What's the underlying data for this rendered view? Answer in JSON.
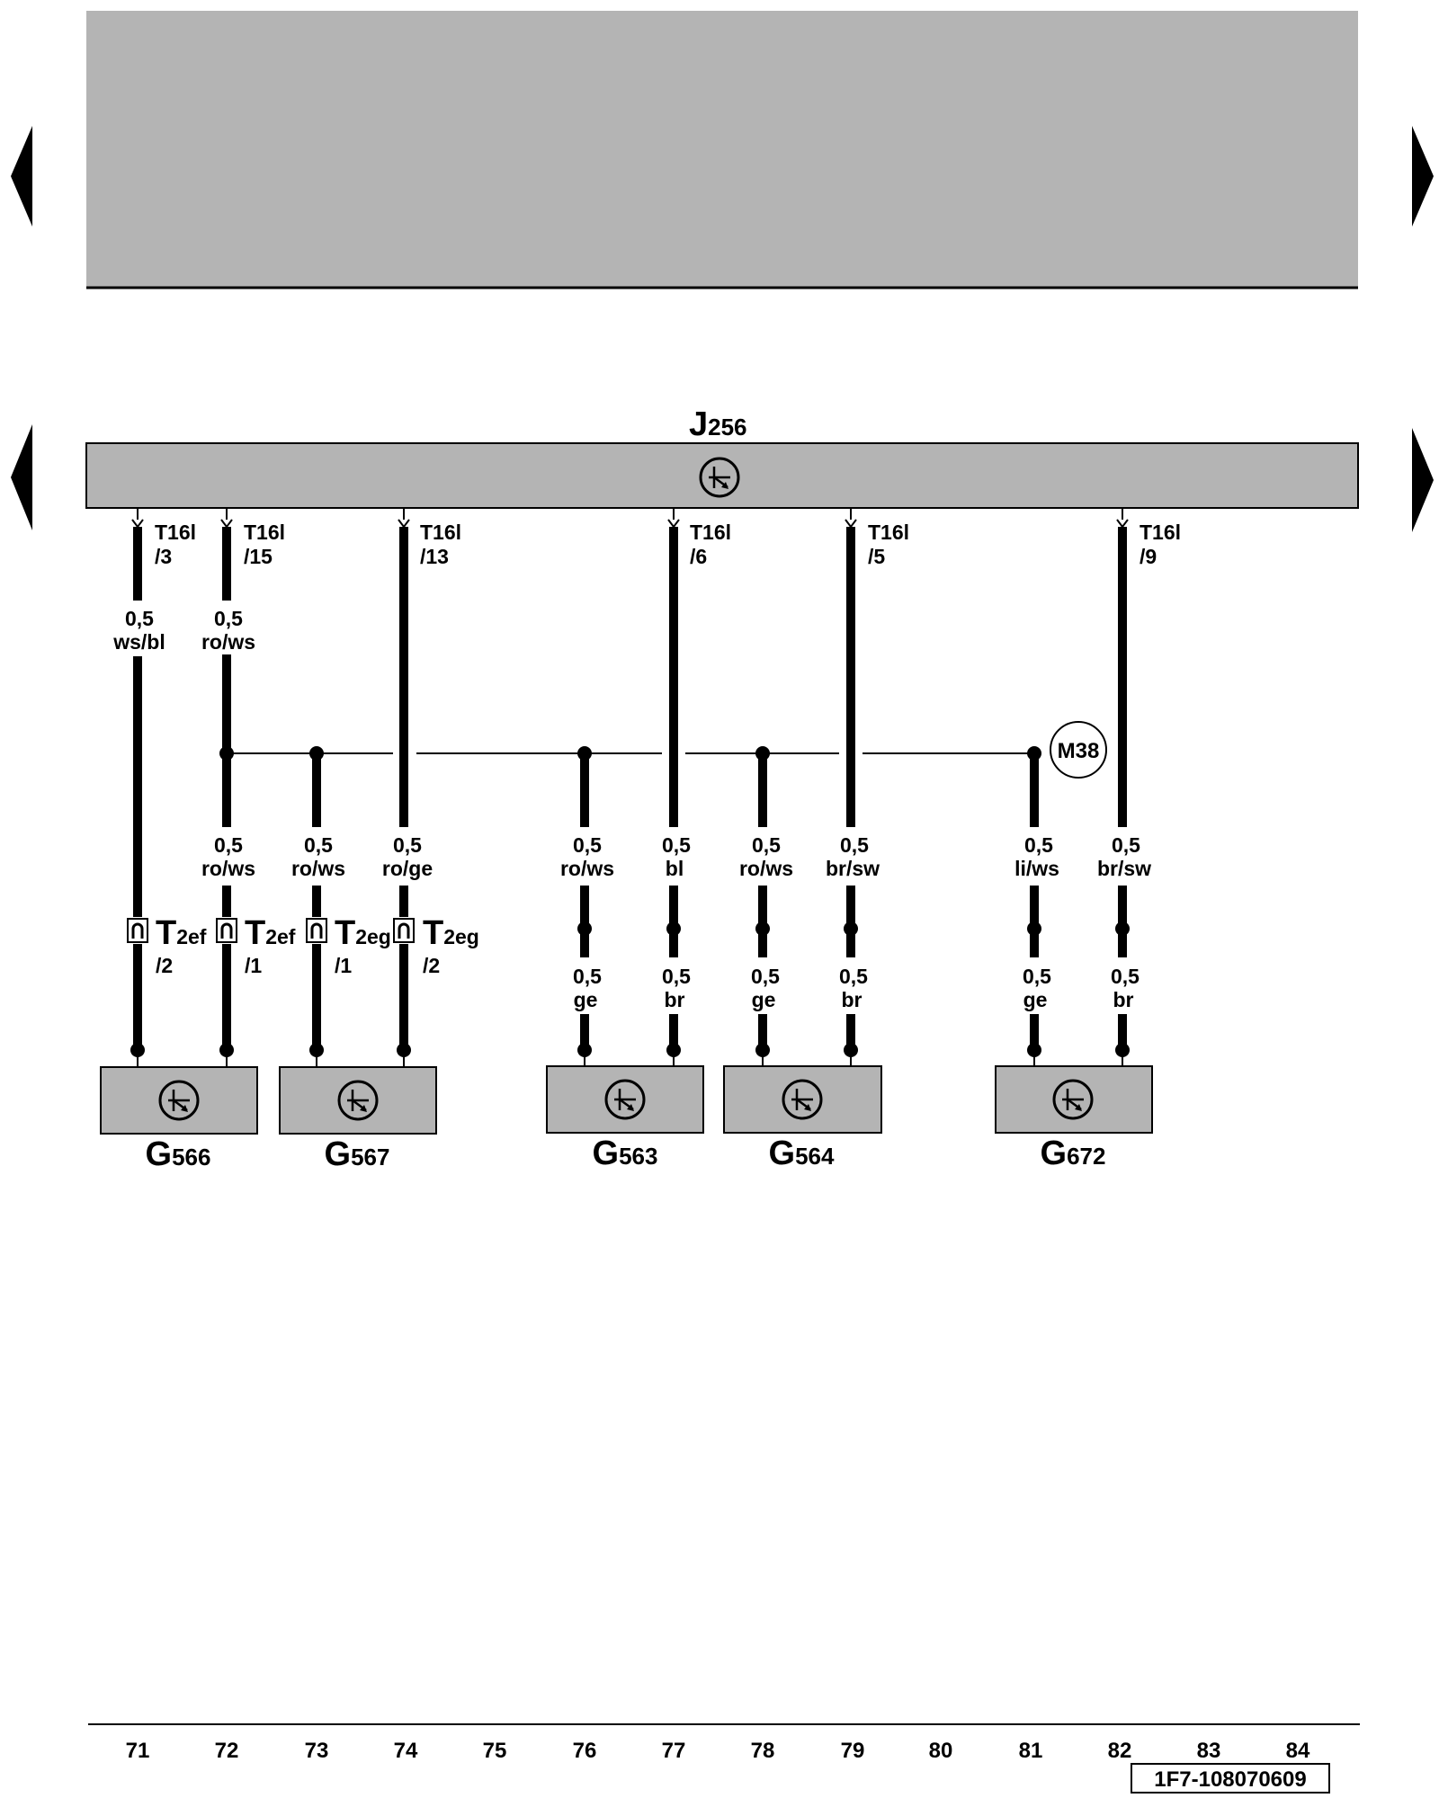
{
  "diagram": {
    "top_control_unit": {
      "name": "J",
      "sub": "256"
    },
    "pins": [
      {
        "connector": "T16l",
        "pin": "/3"
      },
      {
        "connector": "T16l",
        "pin": "/15"
      },
      {
        "connector": "T16l",
        "pin": "/13"
      },
      {
        "connector": "T16l",
        "pin": "/6"
      },
      {
        "connector": "T16l",
        "pin": "/5"
      },
      {
        "connector": "T16l",
        "pin": "/9"
      }
    ],
    "upper_wire_labels": [
      {
        "size": "0,5",
        "color": "ws/bl"
      },
      {
        "size": "0,5",
        "color": "ro/ws"
      }
    ],
    "middle_wire_labels": [
      {
        "size": "0,5",
        "color": "ro/ws"
      },
      {
        "size": "0,5",
        "color": "ro/ws"
      },
      {
        "size": "0,5",
        "color": "ro/ge"
      },
      {
        "size": "0,5",
        "color": "ro/ws"
      },
      {
        "size": "0,5",
        "color": "bl"
      },
      {
        "size": "0,5",
        "color": "ro/ws"
      },
      {
        "size": "0,5",
        "color": "br/sw"
      },
      {
        "size": "0,5",
        "color": "li/ws"
      },
      {
        "size": "0,5",
        "color": "br/sw"
      }
    ],
    "lower_wire_labels": [
      {
        "size": "0,5",
        "color": "ge"
      },
      {
        "size": "0,5",
        "color": "br"
      },
      {
        "size": "0,5",
        "color": "ge"
      },
      {
        "size": "0,5",
        "color": "br"
      },
      {
        "size": "0,5",
        "color": "ge"
      },
      {
        "size": "0,5",
        "color": "br"
      }
    ],
    "connectors": [
      {
        "name": "T",
        "sub": "2ef",
        "pin": "/2"
      },
      {
        "name": "T",
        "sub": "2ef",
        "pin": "/1"
      },
      {
        "name": "T",
        "sub": "2eg",
        "pin": "/1"
      },
      {
        "name": "T",
        "sub": "2eg",
        "pin": "/2"
      }
    ],
    "ground_point": "M38",
    "sensors": [
      {
        "name": "G",
        "sub": "566"
      },
      {
        "name": "G",
        "sub": "567"
      },
      {
        "name": "G",
        "sub": "563"
      },
      {
        "name": "G",
        "sub": "564"
      },
      {
        "name": "G",
        "sub": "672"
      }
    ]
  },
  "footer": {
    "track_numbers": [
      "71",
      "72",
      "73",
      "74",
      "75",
      "76",
      "77",
      "78",
      "79",
      "80",
      "81",
      "82",
      "83",
      "84"
    ],
    "document_code": "1F7-108070609"
  },
  "icons": [
    "prev-page-arrow-icon",
    "next-page-arrow-icon",
    "control-unit-icon"
  ]
}
